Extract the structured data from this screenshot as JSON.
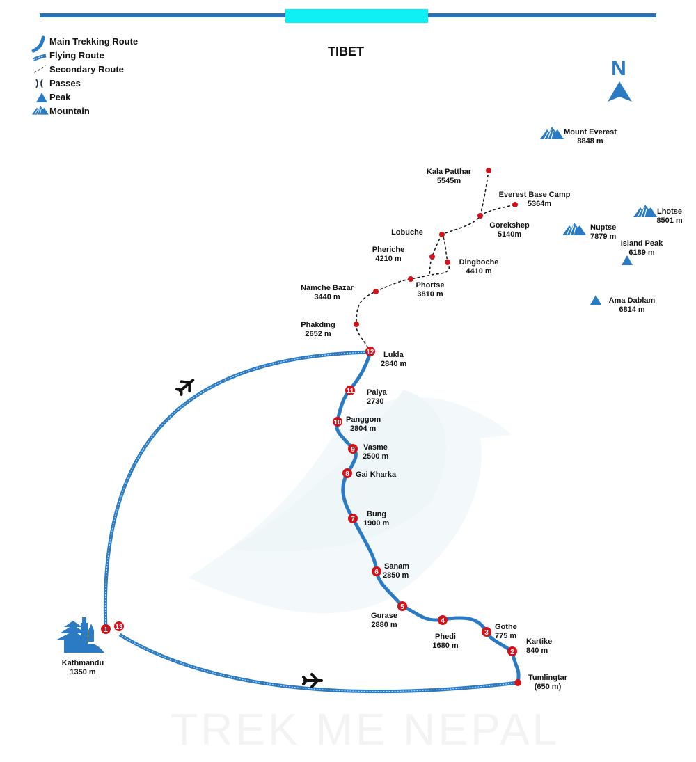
{
  "header_bar": {
    "line_color": "#2a73b8",
    "highlight_color": "#0ff0f5"
  },
  "title": "TIBET",
  "north_label": "N",
  "watermark": "TREK ME NEPAL",
  "colors": {
    "route": "#2a7bc4",
    "stop": "#d0121b",
    "mountain": "#2a7bc4",
    "dash": "#111111"
  },
  "legend": [
    {
      "icon": "main-trek-route-icon",
      "label": "Main Trekking Route"
    },
    {
      "icon": "flying-route-icon",
      "label": "Flying Route"
    },
    {
      "icon": "secondary-route-icon",
      "label": "Secondary Route"
    },
    {
      "icon": "passes-icon",
      "label": "Passes"
    },
    {
      "icon": "peak-icon",
      "label": "Peak"
    },
    {
      "icon": "mountain-icon",
      "label": "Mountain"
    }
  ],
  "mountains": [
    {
      "name": "Mount Everest",
      "elev": "8848 m"
    },
    {
      "name": "Lhotse",
      "elev": "8501 m"
    },
    {
      "name": "Nuptse",
      "elev": "7879 m"
    }
  ],
  "peaks": [
    {
      "name": "Island Peak",
      "elev": "6189 m"
    },
    {
      "name": "Ama Dablam",
      "elev": "6814 m"
    }
  ],
  "secondary_places": [
    {
      "name": "Kala Patthar",
      "elev": "5545m"
    },
    {
      "name": "Everest  Base Camp",
      "elev": "5364m"
    },
    {
      "name": "Gorekshep",
      "elev": "5140m"
    },
    {
      "name": "Lobuche",
      "elev": ""
    },
    {
      "name": "Pheriche",
      "elev": "4210 m"
    },
    {
      "name": "Dingboche",
      "elev": "4410 m"
    },
    {
      "name": "Phortse",
      "elev": "3810 m"
    },
    {
      "name": "Namche Bazar",
      "elev": "3440 m"
    },
    {
      "name": "Phakding",
      "elev": "2652 m"
    }
  ],
  "stops": [
    {
      "num": "1",
      "name": "Kathmandu",
      "elev": "1350 m"
    },
    {
      "num": "2",
      "name": "Kartike",
      "elev": "840 m"
    },
    {
      "num": "3",
      "name": "Gothe",
      "elev": "775 m"
    },
    {
      "num": "4",
      "name": "Phedi",
      "elev": "1680 m"
    },
    {
      "num": "5",
      "name": "Gurase",
      "elev": "2880 m"
    },
    {
      "num": "6",
      "name": "Sanam",
      "elev": "2850 m"
    },
    {
      "num": "7",
      "name": "Bung",
      "elev": "1900 m"
    },
    {
      "num": "8",
      "name": "Gai Kharka",
      "elev": ""
    },
    {
      "num": "9",
      "name": "Vasme",
      "elev": "2500 m"
    },
    {
      "num": "10",
      "name": "Panggom",
      "elev": "2804 m"
    },
    {
      "num": "11",
      "name": "Paiya",
      "elev": "2730"
    },
    {
      "num": "12",
      "name": "Lukla",
      "elev": "2840 m"
    },
    {
      "num": "13",
      "name": "",
      "elev": ""
    }
  ],
  "tumlingtar": {
    "name": "Tumlingtar",
    "elev": "(650 m)"
  }
}
